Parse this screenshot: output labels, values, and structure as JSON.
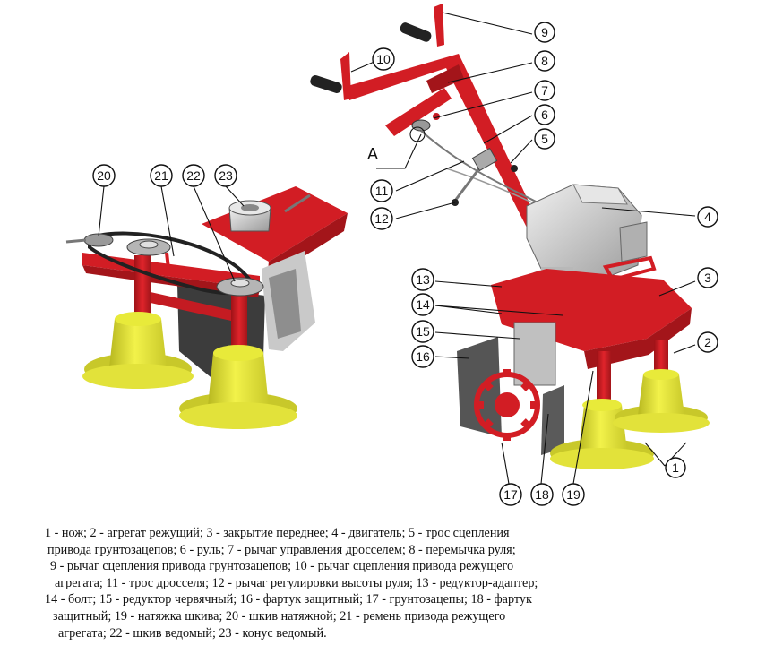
{
  "callouts": {
    "c1": "1",
    "c2": "2",
    "c3": "3",
    "c4": "4",
    "c5": "5",
    "c6": "6",
    "c7": "7",
    "c8": "8",
    "c9": "9",
    "c10": "10",
    "c11": "11",
    "c12": "12",
    "c13": "13",
    "c14": "14",
    "c15": "15",
    "c16": "16",
    "c17": "17",
    "c18": "18",
    "c19": "19",
    "c20": "20",
    "c21": "21",
    "c22": "22",
    "c23": "23",
    "detail_a": "A"
  },
  "legend_lines": [
    "1 - нож; 2 - агрегат режущий; 3 - закрытие переднее; 4 - двигатель; 5 - трос сцепления",
    "привода грунтозацепов; 6 - руль; 7 - рычаг управления дросселем; 8 - перемычка руля;",
    "9 - рычаг сцепления привода грунтозацепов; 10 - рычаг сцепления привода режущего",
    "агрегата; 11 - трос дросселя; 12 - рычаг регулировки высоты руля; 13 - редуктор-адаптер;",
    "14 - болт; 15 - редуктор червячный; 16 - фартук защитный; 17 - грунтозацепы; 18 - фартук",
    "защитный; 19 - натяжка шкива; 20 - шкив натяжной; 21 - ремень привода режущего",
    "агрегата; 22 - шкив ведомый; 23 - конус ведомый."
  ],
  "colors": {
    "frame_red": "#d21d24",
    "frame_red_dark": "#a3151a",
    "drum_yellow": "#e8ea3a",
    "drum_yellow_dark": "#b8b820",
    "engine_grey": "#cfcfcf",
    "apron_grey": "#4a4a4a"
  }
}
